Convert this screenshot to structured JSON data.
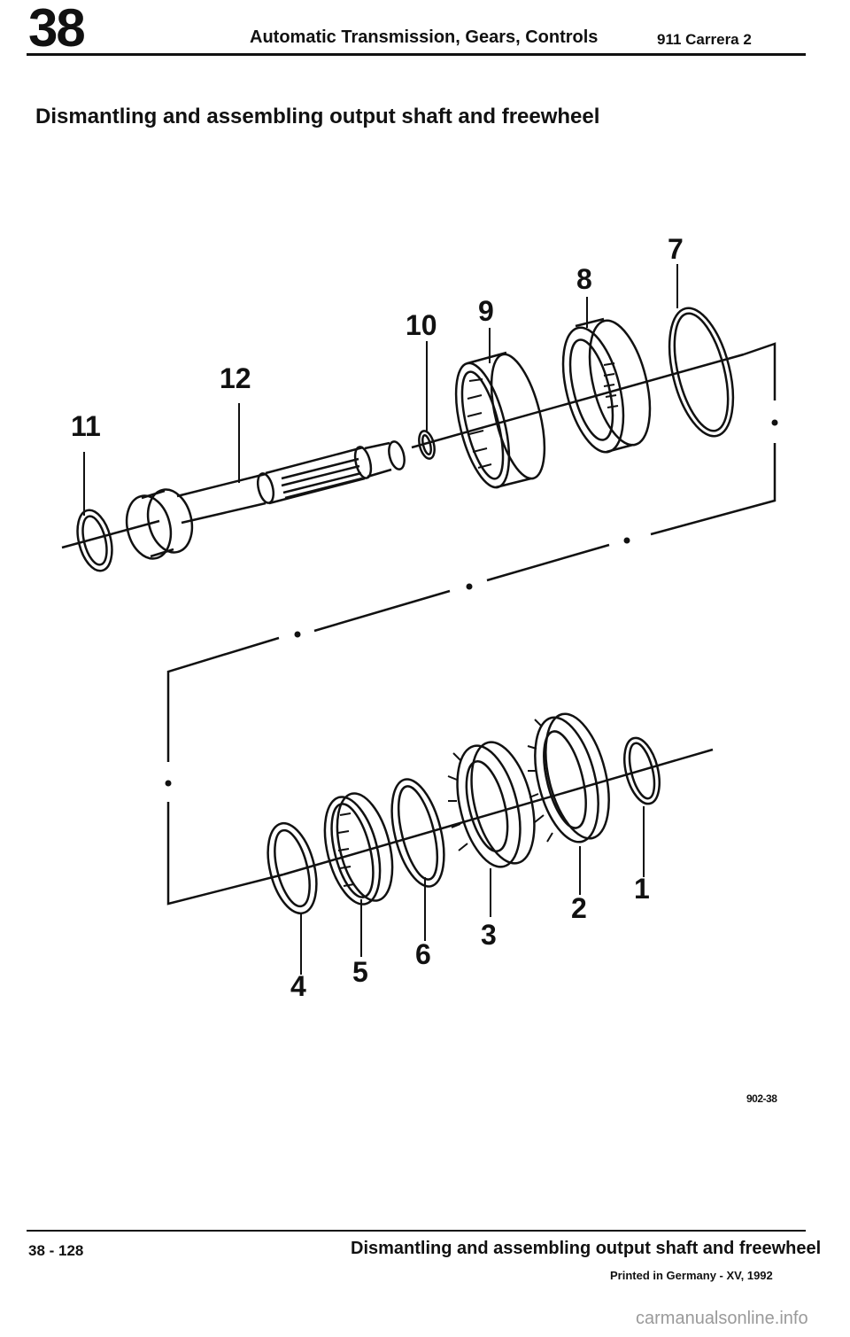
{
  "header": {
    "section": "38",
    "title": "Automatic Transmission, Gears, Controls",
    "model": "911 Carrera 2"
  },
  "page_title": "Dismantling and assembling output shaft and freewheel",
  "diagram": {
    "labels": [
      "1",
      "2",
      "3",
      "4",
      "5",
      "6",
      "7",
      "8",
      "9",
      "10",
      "11",
      "12"
    ],
    "figure_code": "902-38"
  },
  "footer": {
    "page_number": "38 - 128",
    "title": "Dismantling and assembling output shaft and freewheel",
    "printed": "Printed in Germany - XV, 1992"
  },
  "watermark": "carmanualsonline.info"
}
